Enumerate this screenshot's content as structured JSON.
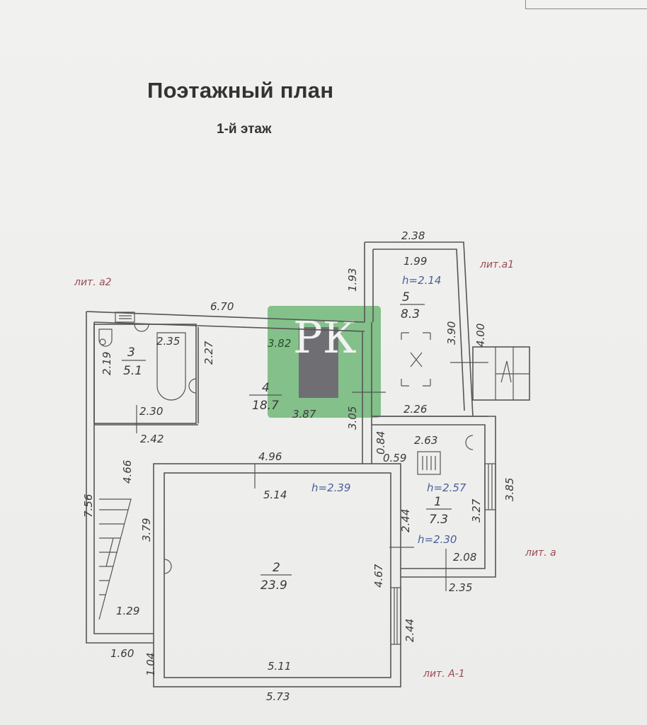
{
  "header": {
    "title": "Поэтажный план",
    "floor": "1-й этаж"
  },
  "watermark": {
    "logo_text": "РК",
    "color": "#5aaf64"
  },
  "colors": {
    "height_labels": "#4a5f9a",
    "lit_labels": "#9a4a55"
  },
  "lit_labels": {
    "a2": "лит. а2",
    "a1": "лит.а1",
    "a": "лит. а",
    "A1": "лит. А-1"
  },
  "rooms": [
    {
      "number": "1",
      "area": "7.3"
    },
    {
      "number": "2",
      "area": "23.9"
    },
    {
      "number": "3",
      "area": "5.1"
    },
    {
      "number": "4",
      "area": "18.7"
    },
    {
      "number": "5",
      "area": "8.3"
    }
  ],
  "heights": {
    "room5": "h=2.14",
    "room1_top": "h=2.57",
    "room1_bottom": "h=2.30",
    "room2": "h=2.39"
  },
  "dimensions": {
    "d238": "2.38",
    "d199": "1.99",
    "d193": "1.93",
    "d390": "3.90",
    "d400": "4.00",
    "d226": "2.26",
    "d670": "6.70",
    "d235": "2.35",
    "d227": "2.27",
    "d219": "2.19",
    "d230": "2.30",
    "d242": "2.42",
    "d382": "3.82",
    "d387": "3.87",
    "d305": "3.05",
    "d084": "0.84",
    "d263": "2.63",
    "d059": "0.59",
    "d327": "3.27",
    "d385": "3.85",
    "d244a": "2.44",
    "d208": "2.08",
    "d235b": "2.35",
    "d756": "7.56",
    "d466": "4.66",
    "d379": "3.79",
    "d129": "1.29",
    "d160": "1.60",
    "d104": "1.04",
    "d496": "4.96",
    "d514": "5.14",
    "d467": "4.67",
    "d244b": "2.44",
    "d511": "5.11",
    "d573": "5.73"
  }
}
